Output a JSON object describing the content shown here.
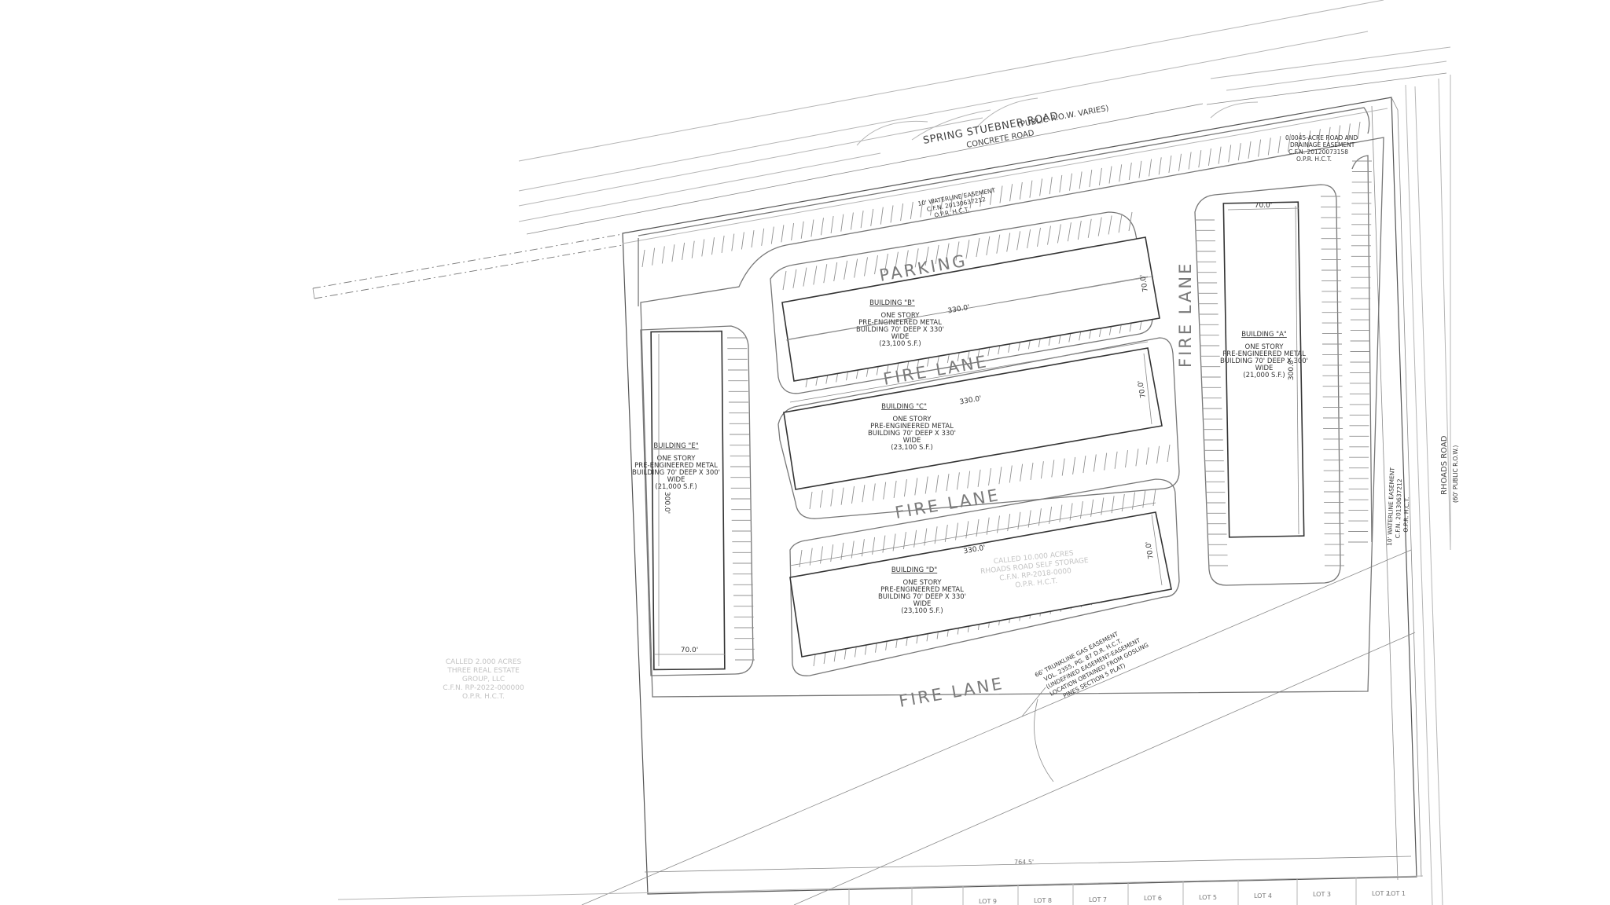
{
  "drawing": {
    "roads": {
      "north_name": "SPRING STUEBNER ROAD",
      "north_row": "(PUBLIC R.O.W. VARIES)",
      "north_surface": "CONCRETE ROAD",
      "east_name": "RHOADS ROAD",
      "east_row": "(60' PUBLIC R.O.W.)"
    },
    "easements": {
      "waterline_north": [
        "10' WATERLINE EASEMENT",
        "C.F.N. 20130637212",
        "O.P.R. H.C.T."
      ],
      "drainage": [
        "0.0045-ACRE ROAD AND",
        "DRAINAGE EASEMENT",
        "C.F.N. 20120073158",
        "O.P.R. H.C.T."
      ],
      "waterline_east": [
        "10' WATERLINE EASEMENT",
        "C.F.N. 20130637212",
        "O.P.R. H.C.T."
      ],
      "gas": [
        "66' TRUNKLINE GAS EASEMENT",
        "VOL. 2355, PG. 87 D.R. H.C.T.",
        "(UNDEFINED EASEMENT-EASEMENT",
        "LOCATION OBTAINED FROM GOSLING",
        "PINES SECTION 5 PLAT)"
      ]
    },
    "labels": {
      "parking": "PARKING",
      "fire_lane": "FIRE LANE"
    },
    "buildings": [
      {
        "id": "A",
        "name": "BUILDING \"A\"",
        "desc": [
          "ONE STORY",
          "PRE-ENGINEERED METAL",
          "BUILDING 70' DEEP X 300'",
          "WIDE",
          "(21,000 S.F.)"
        ],
        "width_dim": "70.0'",
        "length_dim": "300.0'"
      },
      {
        "id": "B",
        "name": "BUILDING \"B\"",
        "desc": [
          "ONE STORY",
          "PRE-ENGINEERED METAL",
          "BUILDING 70' DEEP X 330'",
          "WIDE",
          "(23,100 S.F.)"
        ],
        "width_dim": "70.0'",
        "length_dim": "330.0'"
      },
      {
        "id": "C",
        "name": "BUILDING \"C\"",
        "desc": [
          "ONE STORY",
          "PRE-ENGINEERED METAL",
          "BUILDING 70' DEEP X 330'",
          "WIDE",
          "(23,100 S.F.)"
        ],
        "width_dim": "70.0'",
        "length_dim": "330.0'"
      },
      {
        "id": "D",
        "name": "BUILDING \"D\"",
        "desc": [
          "ONE STORY",
          "PRE-ENGINEERED METAL",
          "BUILDING 70' DEEP X 330'",
          "WIDE",
          "(23,100 S.F.)"
        ],
        "width_dim": "70.0'",
        "length_dim": "330.0'"
      },
      {
        "id": "E",
        "name": "BUILDING \"E\"",
        "desc": [
          "ONE STORY",
          "PRE-ENGINEERED METAL",
          "BUILDING 70' DEEP X 300'",
          "WIDE",
          "(21,000 S.F.)"
        ],
        "width_dim": "70.0'",
        "length_dim": "300.0'"
      }
    ],
    "ghost_owner_west": [
      "CALLED 2.000 ACRES",
      "THREE REAL ESTATE",
      "GROUP, LLC",
      "C.F.N. RP-2022-000000",
      "O.P.R. H.C.T."
    ],
    "ghost_owner_center": [
      "CALLED 10.000 ACRES",
      "RHOADS ROAD SELF STORAGE",
      "C.F.N. RP-2018-0000",
      "O.P.R. H.C.T."
    ],
    "south_lots": [
      "LOT 9",
      "LOT 8",
      "LOT 7",
      "LOT 6",
      "LOT 5",
      "LOT 4",
      "LOT 3",
      "LOT 2",
      "LOT 1"
    ],
    "south_boundary_note": "764.5'"
  }
}
